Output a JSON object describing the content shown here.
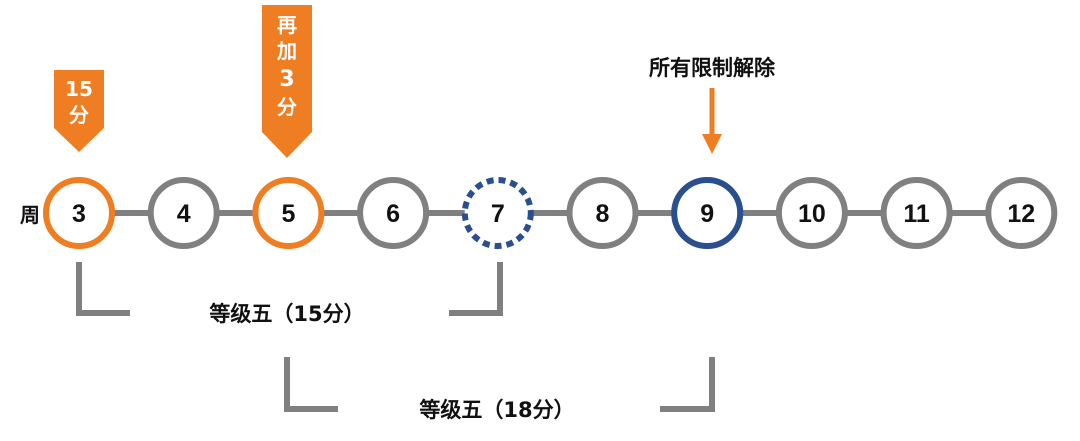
{
  "week_label": "周",
  "weeks": [
    {
      "label": "3",
      "style": "orange"
    },
    {
      "label": "4",
      "style": "gray"
    },
    {
      "label": "5",
      "style": "orange"
    },
    {
      "label": "6",
      "style": "gray"
    },
    {
      "label": "7",
      "style": "dotted-blue"
    },
    {
      "label": "8",
      "style": "gray"
    },
    {
      "label": "9",
      "style": "blue"
    },
    {
      "label": "10",
      "style": "gray"
    },
    {
      "label": "11",
      "style": "gray"
    },
    {
      "label": "12",
      "style": "gray"
    }
  ],
  "callouts": {
    "week3": [
      "15",
      "分"
    ],
    "week5": [
      "再",
      "加",
      "3",
      "分"
    ]
  },
  "restriction_lifted": "所有限制解除",
  "brackets": {
    "level_15": "等级五（15分）",
    "level_18": "等级五（18分）"
  },
  "colors": {
    "orange": "#ef7d22",
    "gray": "#808080",
    "blue": "#2a4f8f",
    "text": "#111111"
  }
}
